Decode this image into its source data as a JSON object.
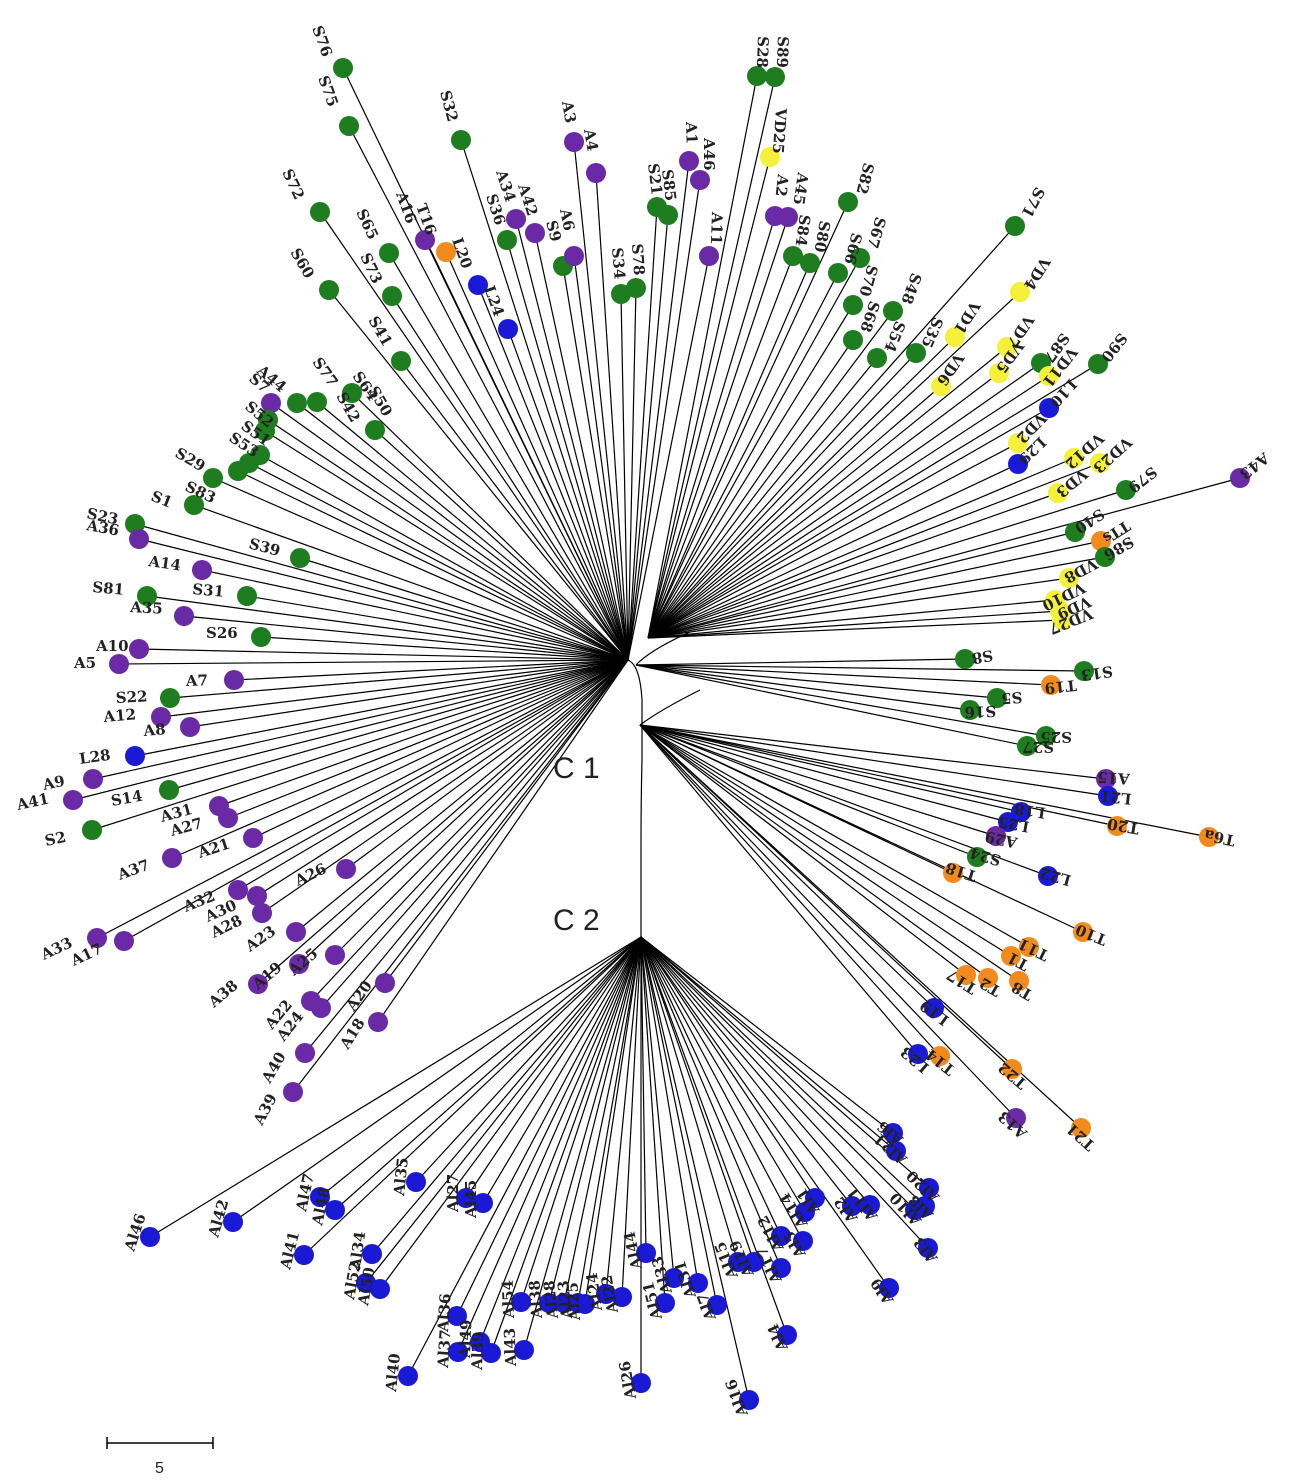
{
  "diagram": {
    "type": "unrooted-phylogenetic-tree",
    "clade_labels": [
      "C 1",
      "C 2"
    ],
    "scale_bar_label": "5",
    "group_colors": {
      "S": "#1e7d1e",
      "A": "#6a2aa6",
      "L": "#1a1ad6",
      "T": "#f28a1e",
      "VD": "#f5f03a",
      "Al": "#1a1ad6"
    },
    "leaves": [
      {
        "label": "S76",
        "group": "S"
      },
      {
        "label": "S75",
        "group": "S"
      },
      {
        "label": "S72",
        "group": "S"
      },
      {
        "label": "S60",
        "group": "S"
      },
      {
        "label": "S65",
        "group": "S"
      },
      {
        "label": "S73",
        "group": "S"
      },
      {
        "label": "S41",
        "group": "S"
      },
      {
        "label": "S32",
        "group": "S"
      },
      {
        "label": "A16",
        "group": "A"
      },
      {
        "label": "T16",
        "group": "T"
      },
      {
        "label": "L20",
        "group": "L"
      },
      {
        "label": "L24",
        "group": "L"
      },
      {
        "label": "S36",
        "group": "S"
      },
      {
        "label": "A34",
        "group": "A"
      },
      {
        "label": "A42",
        "group": "A"
      },
      {
        "label": "S9",
        "group": "S"
      },
      {
        "label": "A6",
        "group": "A"
      },
      {
        "label": "A3",
        "group": "A"
      },
      {
        "label": "A4",
        "group": "A"
      },
      {
        "label": "S21",
        "group": "S"
      },
      {
        "label": "S85",
        "group": "S"
      },
      {
        "label": "S34",
        "group": "S"
      },
      {
        "label": "S78",
        "group": "S"
      },
      {
        "label": "A1",
        "group": "A"
      },
      {
        "label": "A46",
        "group": "A"
      },
      {
        "label": "A11",
        "group": "A"
      },
      {
        "label": "S28",
        "group": "S"
      },
      {
        "label": "S89",
        "group": "S"
      },
      {
        "label": "VD25",
        "group": "VD"
      },
      {
        "label": "A2",
        "group": "A"
      },
      {
        "label": "A45",
        "group": "A"
      },
      {
        "label": "S84",
        "group": "S"
      },
      {
        "label": "S80",
        "group": "S"
      },
      {
        "label": "S82",
        "group": "S"
      },
      {
        "label": "S66",
        "group": "S"
      },
      {
        "label": "S67",
        "group": "S"
      },
      {
        "label": "S70",
        "group": "S"
      },
      {
        "label": "S68",
        "group": "S"
      },
      {
        "label": "S48",
        "group": "S"
      },
      {
        "label": "S54",
        "group": "S"
      },
      {
        "label": "S35",
        "group": "S"
      },
      {
        "label": "S71",
        "group": "S"
      },
      {
        "label": "VD4",
        "group": "VD"
      },
      {
        "label": "VD1",
        "group": "VD"
      },
      {
        "label": "VD7",
        "group": "VD"
      },
      {
        "label": "VD6",
        "group": "VD"
      },
      {
        "label": "VD5",
        "group": "VD"
      },
      {
        "label": "S87",
        "group": "S"
      },
      {
        "label": "VD11",
        "group": "VD"
      },
      {
        "label": "S90",
        "group": "S"
      },
      {
        "label": "L10",
        "group": "L"
      },
      {
        "label": "VD2",
        "group": "VD"
      },
      {
        "label": "L29",
        "group": "L"
      },
      {
        "label": "VD12",
        "group": "VD"
      },
      {
        "label": "VD23",
        "group": "VD"
      },
      {
        "label": "VD3",
        "group": "VD"
      },
      {
        "label": "S79",
        "group": "S"
      },
      {
        "label": "A43",
        "group": "A"
      },
      {
        "label": "S40",
        "group": "S"
      },
      {
        "label": "TTs",
        "group": "T"
      },
      {
        "label": "S86",
        "group": "S"
      },
      {
        "label": "VD8",
        "group": "VD"
      },
      {
        "label": "VD10",
        "group": "VD"
      },
      {
        "label": "VD9",
        "group": "VD"
      },
      {
        "label": "VD27",
        "group": "VD"
      },
      {
        "label": "S8",
        "group": "S"
      },
      {
        "label": "S13",
        "group": "S"
      },
      {
        "label": "T19",
        "group": "T"
      },
      {
        "label": "S5",
        "group": "S"
      },
      {
        "label": "S16",
        "group": "S"
      },
      {
        "label": "S25",
        "group": "S"
      },
      {
        "label": "S27",
        "group": "S"
      },
      {
        "label": "A15",
        "group": "A"
      },
      {
        "label": "L21",
        "group": "L"
      },
      {
        "label": "L18",
        "group": "L"
      },
      {
        "label": "L25",
        "group": "L"
      },
      {
        "label": "A29",
        "group": "A"
      },
      {
        "label": "T20",
        "group": "T"
      },
      {
        "label": "T6a",
        "group": "T"
      },
      {
        "label": "S24",
        "group": "S"
      },
      {
        "label": "T18",
        "group": "T"
      },
      {
        "label": "L22",
        "group": "L"
      },
      {
        "label": "T10",
        "group": "T"
      },
      {
        "label": "T11",
        "group": "T"
      },
      {
        "label": "T1",
        "group": "T"
      },
      {
        "label": "T2",
        "group": "T"
      },
      {
        "label": "T8",
        "group": "T"
      },
      {
        "label": "T17",
        "group": "T"
      },
      {
        "label": "L19",
        "group": "L"
      },
      {
        "label": "T14",
        "group": "T"
      },
      {
        "label": "L23",
        "group": "L"
      },
      {
        "label": "T22",
        "group": "T"
      },
      {
        "label": "A13",
        "group": "A"
      },
      {
        "label": "T21",
        "group": "T"
      },
      {
        "label": "Al6",
        "group": "Al"
      },
      {
        "label": "Al21",
        "group": "Al"
      },
      {
        "label": "Al20",
        "group": "Al"
      },
      {
        "label": "Al8",
        "group": "Al"
      },
      {
        "label": "Al10",
        "group": "Al"
      },
      {
        "label": "Al3",
        "group": "Al"
      },
      {
        "label": "Al11",
        "group": "Al"
      },
      {
        "label": "Al2",
        "group": "Al"
      },
      {
        "label": "Al9",
        "group": "Al"
      },
      {
        "label": "Al1",
        "group": "Al"
      },
      {
        "label": "Al14",
        "group": "Al"
      },
      {
        "label": "Al5",
        "group": "Al"
      },
      {
        "label": "Al12",
        "group": "Al"
      },
      {
        "label": "Al17",
        "group": "Al"
      },
      {
        "label": "Al4",
        "group": "Al"
      },
      {
        "label": "Al19",
        "group": "Al"
      },
      {
        "label": "Al15",
        "group": "Al"
      },
      {
        "label": "Al16",
        "group": "Al"
      },
      {
        "label": "Al7",
        "group": "Al"
      },
      {
        "label": "Al31",
        "group": "Al"
      },
      {
        "label": "Al33",
        "group": "Al"
      },
      {
        "label": "Al51",
        "group": "Al"
      },
      {
        "label": "Al44",
        "group": "Al"
      },
      {
        "label": "Al26",
        "group": "Al"
      },
      {
        "label": "Al22",
        "group": "Al"
      },
      {
        "label": "Al24",
        "group": "Al"
      },
      {
        "label": "Al23",
        "group": "Al"
      },
      {
        "label": "Al28",
        "group": "Al"
      },
      {
        "label": "Al25",
        "group": "Al"
      },
      {
        "label": "Al38",
        "group": "Al"
      },
      {
        "label": "Al54",
        "group": "Al"
      },
      {
        "label": "Al43",
        "group": "Al"
      },
      {
        "label": "Al27",
        "group": "Al"
      },
      {
        "label": "Al45",
        "group": "Al"
      },
      {
        "label": "Al39",
        "group": "Al"
      },
      {
        "label": "Al49",
        "group": "Al"
      },
      {
        "label": "Al36",
        "group": "Al"
      },
      {
        "label": "Al37",
        "group": "Al"
      },
      {
        "label": "Al40",
        "group": "Al"
      },
      {
        "label": "Al35",
        "group": "Al"
      },
      {
        "label": "Al34",
        "group": "Al"
      },
      {
        "label": "Al52",
        "group": "Al"
      },
      {
        "label": "Al50",
        "group": "Al"
      },
      {
        "label": "Al48",
        "group": "Al"
      },
      {
        "label": "Al47",
        "group": "Al"
      },
      {
        "label": "Al41",
        "group": "Al"
      },
      {
        "label": "Al42",
        "group": "Al"
      },
      {
        "label": "Al46",
        "group": "Al"
      },
      {
        "label": "A44",
        "group": "A"
      },
      {
        "label": "S77",
        "group": "S"
      },
      {
        "label": "S42",
        "group": "S"
      },
      {
        "label": "S64",
        "group": "S"
      },
      {
        "label": "S50",
        "group": "S"
      },
      {
        "label": "S7",
        "group": "S"
      },
      {
        "label": "S52",
        "group": "S"
      },
      {
        "label": "S51",
        "group": "S"
      },
      {
        "label": "S53",
        "group": "S"
      },
      {
        "label": "S29",
        "group": "S"
      },
      {
        "label": "S83",
        "group": "S"
      },
      {
        "label": "S1",
        "group": "S"
      },
      {
        "label": "S39",
        "group": "S"
      },
      {
        "label": "S23",
        "group": "S"
      },
      {
        "label": "A36",
        "group": "A"
      },
      {
        "label": "A14",
        "group": "A"
      },
      {
        "label": "S31",
        "group": "S"
      },
      {
        "label": "S81",
        "group": "S"
      },
      {
        "label": "A35",
        "group": "A"
      },
      {
        "label": "S26",
        "group": "S"
      },
      {
        "label": "A10",
        "group": "A"
      },
      {
        "label": "A5",
        "group": "A"
      },
      {
        "label": "A7",
        "group": "A"
      },
      {
        "label": "S22",
        "group": "S"
      },
      {
        "label": "A12",
        "group": "A"
      },
      {
        "label": "A8",
        "group": "A"
      },
      {
        "label": "L28",
        "group": "L"
      },
      {
        "label": "A9",
        "group": "A"
      },
      {
        "label": "A41",
        "group": "A"
      },
      {
        "label": "S14",
        "group": "S"
      },
      {
        "label": "S2",
        "group": "S"
      },
      {
        "label": "A31",
        "group": "A"
      },
      {
        "label": "A27",
        "group": "A"
      },
      {
        "label": "A21",
        "group": "A"
      },
      {
        "label": "A37",
        "group": "A"
      },
      {
        "label": "A26",
        "group": "A"
      },
      {
        "label": "A32",
        "group": "A"
      },
      {
        "label": "A30",
        "group": "A"
      },
      {
        "label": "A28",
        "group": "A"
      },
      {
        "label": "A33",
        "group": "A"
      },
      {
        "label": "A17",
        "group": "A"
      },
      {
        "label": "A23",
        "group": "A"
      },
      {
        "label": "A19",
        "group": "A"
      },
      {
        "label": "A25",
        "group": "A"
      },
      {
        "label": "A38",
        "group": "A"
      },
      {
        "label": "A22",
        "group": "A"
      },
      {
        "label": "A24",
        "group": "A"
      },
      {
        "label": "A20",
        "group": "A"
      },
      {
        "label": "A18",
        "group": "A"
      },
      {
        "label": "A40",
        "group": "A"
      },
      {
        "label": "A39",
        "group": "A"
      }
    ]
  }
}
